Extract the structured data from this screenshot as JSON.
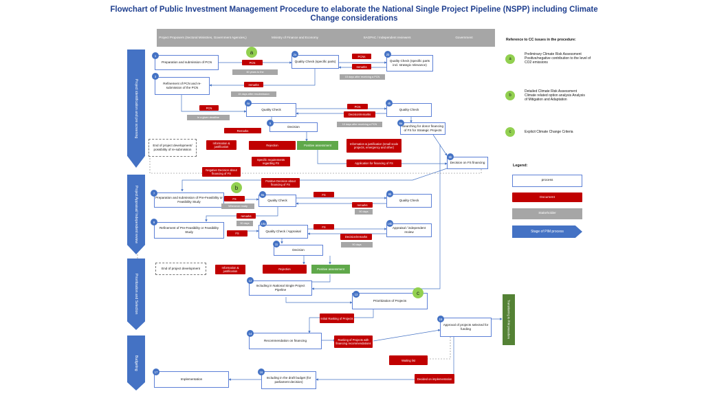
{
  "title": "Flowchart of Public Investment Management Procedure to elaborate the National Single Project Pipeline (NSPP) including Climate Change considerations",
  "stakeholders": [
    "Project Proposers (Sectoral Ministries, Government Agencies,)",
    "Ministry of Finance and Economy",
    "SAGPAC / Independent reviewers",
    "Government"
  ],
  "stages": [
    "Project identification and pre screening",
    "Project Appraisal/ Independent review",
    "Prioritization and Selection",
    "Budgeting"
  ],
  "cc_markers": [
    "a",
    "b",
    "c"
  ],
  "processes": {
    "p1": "Preparation and submission of PCN",
    "p2a": "Quality Check (specific parts)",
    "p2b": "Quality Check (specific parts incl. strategic relevance)",
    "p3": "Refinement of PCN and re-submission of the PCN",
    "p4a": "Quality Check",
    "p4b": "Quality Check",
    "p5": "Decision",
    "p6a": "Searching for donor financing of FS for Strategic Projects",
    "p6b": "Decision on FS financing",
    "end1": "End of project development/ possibility of re-submission",
    "p7": "Preparation and submission of Pre-Feasibility or Feasibility Study",
    "p8a": "Quality Check",
    "p8b": "Quality Check",
    "p9": "Refinement of Pre-Feasibility or Feasibility Study",
    "p10a": "Quality Check / Appraisal",
    "p10b": "Appraisal / independent review",
    "p11": "Decision",
    "end2": "End of project development",
    "p12": "Including in National Single Project Pipeline",
    "p13": "Prioritization of Projects",
    "p14": "Recommendation on financing",
    "p15": "Approval of projects selected for funding",
    "p16": "Including in the draft budget (for parliament decision)",
    "p17": "Implementation"
  },
  "numbers": [
    "1",
    "2a",
    "2b",
    "3",
    "4a",
    "4b",
    "5",
    "6a",
    "6b",
    "7",
    "8a",
    "8b",
    "9",
    "10a",
    "10b",
    "11",
    "12",
    "13",
    "14",
    "15",
    "16",
    "17"
  ],
  "documents": {
    "pcn1": "PCN",
    "pcns": "PCNs",
    "remarks1": "remarks",
    "remarks2": "remarks",
    "pcn2": "PCN",
    "pcn3": "PCN",
    "decisions1": "Decision/remarks",
    "remarks3": "Remarks",
    "info1": "Information & justification",
    "rejection1": "Rejection",
    "infofs": "Information & justification (small scale projects, emergency and other)",
    "specific": "Specific requirements regarding FS",
    "appfs": "Application for financing of FS",
    "negative": "Negative Decision about financing of FS",
    "positive": "Positive Decision about financing of FS",
    "fs1": "FS",
    "fs2": "FS",
    "remarks4": "remarks",
    "remarks5": "remarks",
    "fs3": "FS",
    "fs4": "FS",
    "decisions2": "Decision/remarks",
    "info2": "Information & justification",
    "rejection2": "Rejection",
    "initial": "Initial Ranking of Projects",
    "ranking": "Ranking of Projects with financing recommendations",
    "waiting": "Waiting list",
    "decided": "Decided on implementation"
  },
  "greys": {
    "g1": "60 years to the",
    "g2": "15 days after resubmission",
    "g3": "15 days after receiving a PCN",
    "g4": "In a given deadline",
    "g5": "10 days after receiving a PCN",
    "g6": "Whenever ready",
    "g7": "90 days",
    "g8": "90 days",
    "g9": "90 days"
  },
  "positives": [
    "Positive assessment",
    "Positive assessment"
  ],
  "transition": "Transitioning to PIM procedure",
  "reference": {
    "heading": "Reference to CC issues in the procedure:",
    "items": [
      {
        "marker": "a",
        "text": "Preliminary Climate Risk Assessment Positive/negative contribution to the level of CO2 emissions"
      },
      {
        "marker": "b",
        "text": "Detailed Climate Risk Assessment Climate related option analysis Analysis of Mitigation and Adaptation"
      },
      {
        "marker": "c",
        "text": "Explicit Climate Change Criteria"
      }
    ]
  },
  "legend": {
    "heading": "Legend:",
    "process": "process",
    "document": "Document",
    "stakeholder": "Stakeholder",
    "stage": "Stage of PIM process"
  },
  "colors": {
    "stage_blue": "#4472c4",
    "document_red": "#c00000",
    "stakeholder_grey": "#a6a6a6",
    "cc_green": "#92d050",
    "positive_green": "#5fa84a",
    "title_blue": "#1f3f8f"
  }
}
